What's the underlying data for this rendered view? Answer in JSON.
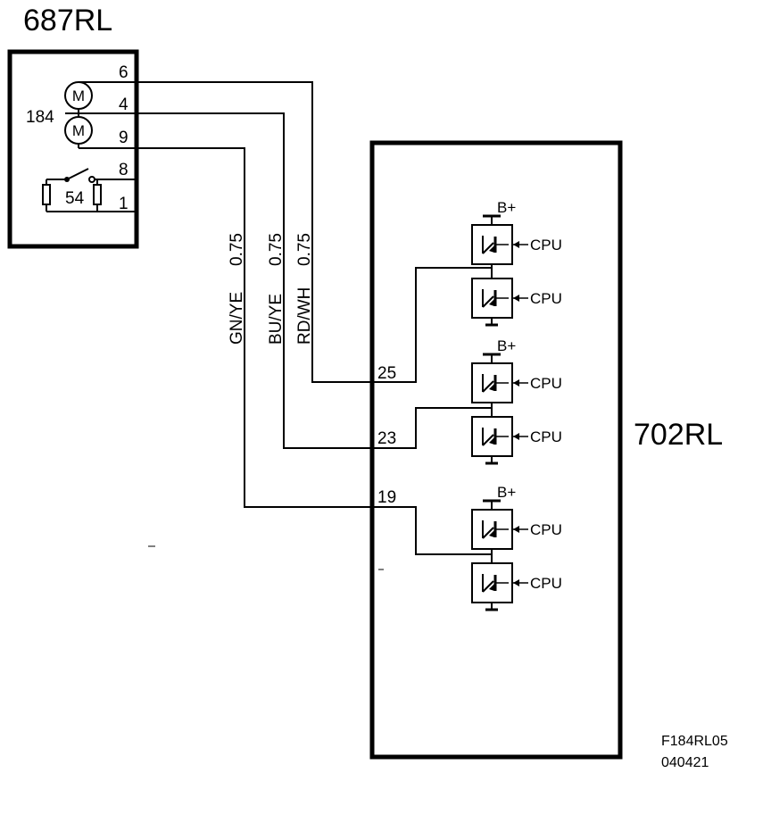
{
  "components": {
    "left": {
      "id": "687RL",
      "motor_group": "184",
      "switch_label": "54"
    },
    "right": {
      "id": "702RL"
    }
  },
  "pins_left": [
    "6",
    "4",
    "9",
    "8",
    "1"
  ],
  "pins_right": [
    "25",
    "23",
    "19"
  ],
  "wires": [
    {
      "color": "RD/WH",
      "size": "0.75"
    },
    {
      "color": "BU/YE",
      "size": "0.75"
    },
    {
      "color": "GN/YE",
      "size": "0.75"
    }
  ],
  "motor_symbol": "M",
  "supply_label": "B+",
  "control_label": "CPU",
  "footer": {
    "figure": "F184RL05",
    "date": "040421"
  }
}
